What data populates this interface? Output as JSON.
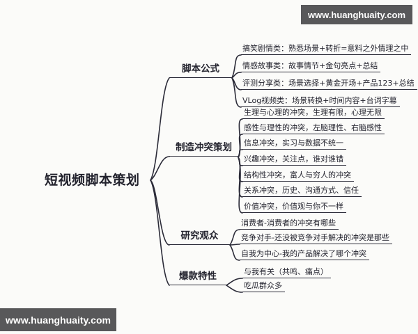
{
  "watermark": {
    "top_right": "www.huanghuaity.com",
    "bottom_left": "www.huanghuaity.com"
  },
  "colors": {
    "background": "#fbfbf9",
    "line": "#2b2b38",
    "text": "#23232e",
    "watermark_bg": "#58585a",
    "watermark_text": "#ffffff"
  },
  "mindmap": {
    "root": "短视频脚本策划",
    "branches": [
      {
        "label": "脚本公式",
        "leaves": [
          "搞笑剧情类：熟悉场景+转折=意料之外情理之中",
          "情感故事类：故事情节+金句亮点+总结",
          "评测分享类：场景选择+黄金开场+产品123+总结",
          "VLog视频类：场景转换+时间内容+台词字幕"
        ]
      },
      {
        "label": "制造冲突策划",
        "leaves": [
          "生理与心理的冲突，生理有限，心理无限",
          "感性与理性的冲突，左脑理性、右脑感性",
          "信息冲突，实习与数据不统一",
          "兴趣冲突，关注点，谁对谁错",
          "结构性冲突，富人与穷人的冲突",
          "关系冲突，历史、沟通方式、信任",
          "价值冲突，价值观与你不一样"
        ]
      },
      {
        "label": "研究观众",
        "leaves": [
          "消费者-消费者的冲突有哪些",
          "竞争对手-还没被竞争对手解决的冲突是那些",
          "自我为中心-我的产品解决了哪个冲突"
        ]
      },
      {
        "label": "爆款特性",
        "leaves": [
          "与我有关（共鸣、痛点）",
          "吃瓜群众多"
        ]
      }
    ]
  }
}
